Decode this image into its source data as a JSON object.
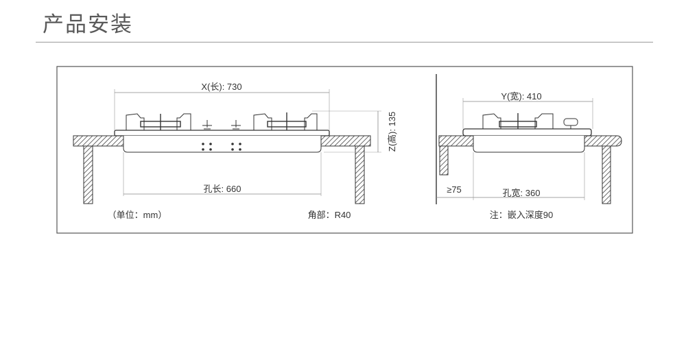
{
  "header": {
    "title": "产品安装"
  },
  "front_view": {
    "width_label": "X(长): 730",
    "height_label": "Z(高): 135",
    "cutout_length_label": "孔长: 660",
    "unit_note": "（单位：mm）",
    "corner_note": "角部：R40"
  },
  "side_view": {
    "depth_label": "Y(宽): 410",
    "wall_clearance_label": "≥75",
    "cutout_width_label": "孔宽: 360",
    "embed_note": "注：嵌入深度90"
  }
}
